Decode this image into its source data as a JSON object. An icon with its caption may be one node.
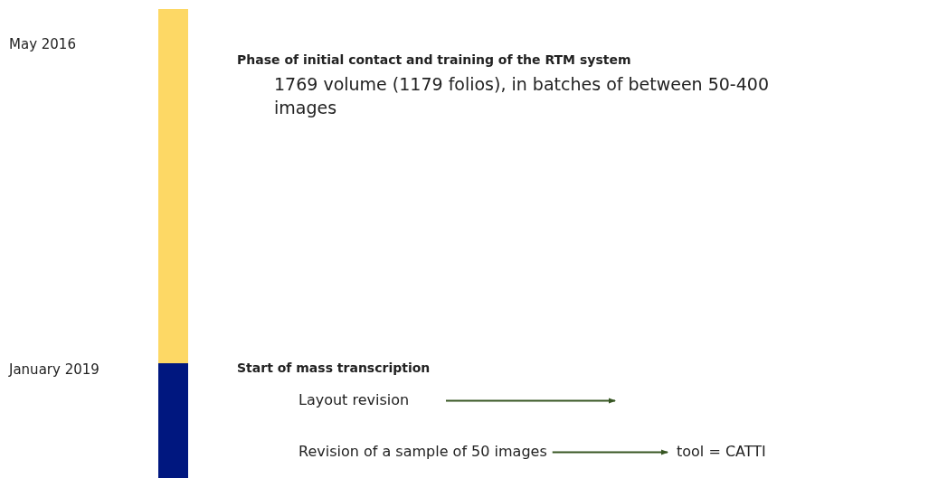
{
  "diagram": {
    "nodes": [
      {
        "text": [
          "Layout revision"
        ]
      },
      {
        "text": [
          "Revision of a sample of 50 images"
        ]
      },
      {
        "text": [
          "tool = CATTI"
        ]
      }
    ],
    "edges": [
      {
        "from": 0,
        "to": null,
        "arrow": "to"
      },
      {
        "from": 1,
        "to": 2,
        "arrow": "to"
      }
    ],
    "labels": [
      "May 2016",
      "Phase of initial contact and training of the RTM system",
      "1769 volume (1179 folios), in batches of between 50-400 images",
      "January 2019",
      "Start of mass transcription"
    ]
  }
}
